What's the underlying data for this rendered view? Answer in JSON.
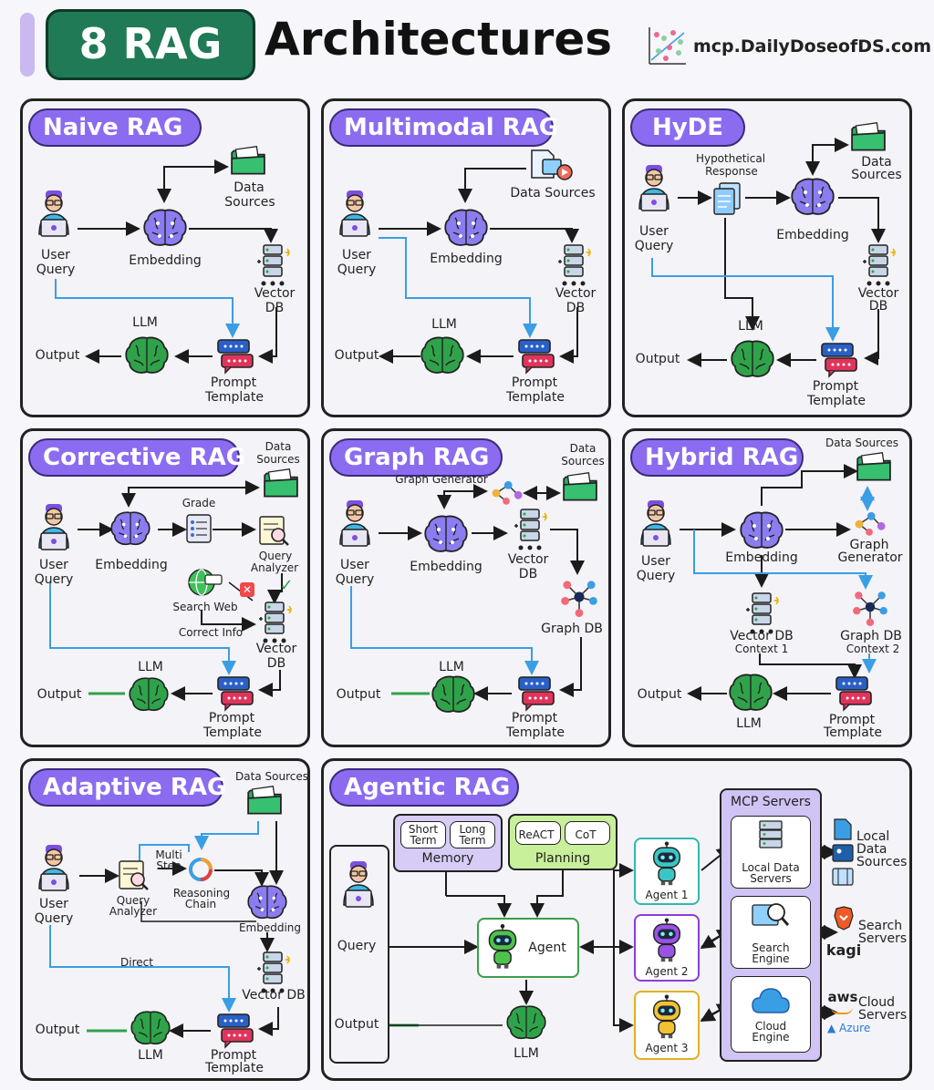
{
  "header": {
    "badge": "8 RAG",
    "title": "Architectures",
    "site": "mcp.DailyDoseofDS.com"
  },
  "colors": {
    "purple": "#8b6cf0",
    "green_brain": "#2fa34a",
    "blue_line": "#3a9ee4",
    "badge_green": "#1f7a55",
    "folder_green": "#2ea864"
  },
  "panels": {
    "naive": {
      "title": "Naive RAG",
      "user": "User",
      "query": "Query",
      "embedding": "Embedding",
      "data": "Data",
      "sources": "Sources",
      "vector": "Vector",
      "db": "DB",
      "llm": "LLM",
      "output": "Output",
      "prompt": "Prompt",
      "template": "Template"
    },
    "multimodal": {
      "title": "Multimodal RAG",
      "user": "User",
      "query": "Query",
      "embedding": "Embedding",
      "data_sources": "Data Sources",
      "vector": "Vector",
      "db": "DB",
      "llm": "LLM",
      "output": "Output",
      "prompt": "Prompt",
      "template": "Template"
    },
    "hyde": {
      "title": "HyDE",
      "hypothetical": "Hypothetical",
      "response": "Response",
      "user": "User",
      "query": "Query",
      "embedding": "Embedding",
      "data": "Data",
      "sources": "Sources",
      "vector": "Vector",
      "db": "DB",
      "llm": "LLM",
      "output": "Output",
      "prompt": "Prompt",
      "template": "Template"
    },
    "corrective": {
      "title": "Corrective RAG",
      "data": "Data",
      "sources": "Sources",
      "grade": "Grade",
      "user": "User",
      "query": "Query",
      "embedding": "Embedding",
      "query2": "Query",
      "analyzer": "Analyzer",
      "search_web": "Search Web",
      "correct_info": "Correct Info",
      "vector": "Vector",
      "db": "DB",
      "llm": "LLM",
      "output": "Output",
      "prompt": "Prompt",
      "template": "Template"
    },
    "graph": {
      "title": "Graph RAG",
      "data": "Data",
      "sources": "Sources",
      "graph_generator": "Graph Generator",
      "user": "User",
      "query": "Query",
      "embedding": "Embedding",
      "vector": "Vector",
      "db": "DB",
      "graph_db": "Graph DB",
      "llm": "LLM",
      "output": "Output",
      "prompt": "Prompt",
      "template": "Template"
    },
    "hybrid": {
      "title": "Hybrid RAG",
      "data_sources": "Data Sources",
      "user": "User",
      "query": "Query",
      "embedding": "Embedding",
      "graph": "Graph",
      "generator": "Generator",
      "vector_db": "Vector DB",
      "context1": "Context 1",
      "graph_db": "Graph DB",
      "context2": "Context 2",
      "output": "Output",
      "llm": "LLM",
      "prompt": "Prompt",
      "template": "Template"
    },
    "adaptive": {
      "title": "Adaptive RAG",
      "data_sources": "Data Sources",
      "multi": "Multi",
      "step": "Step",
      "user": "User",
      "query": "Query",
      "query2": "Query",
      "analyzer": "Analyzer",
      "reasoning": "Reasoning",
      "chain": "Chain",
      "embedding": "Embedding",
      "direct": "Direct",
      "vector_db": "Vector DB",
      "output": "Output",
      "llm": "LLM",
      "prompt": "Prompt",
      "template": "Template"
    },
    "agentic": {
      "title": "Agentic RAG",
      "short": "Short",
      "term1": "Term",
      "long": "Long",
      "term2": "Term",
      "memory": "Memory",
      "react": "ReACT",
      "cot": "CoT",
      "planning": "Planning",
      "query": "Query",
      "output": "Output",
      "agent": "Agent",
      "llm": "LLM",
      "agent1": "Agent 1",
      "agent2": "Agent 2",
      "agent3": "Agent 3",
      "mcp_servers": "MCP Servers",
      "local_data": "Local Data",
      "servers": "Servers",
      "search": "Search",
      "engine": "Engine",
      "cloud": "Cloud",
      "engine2": "Engine",
      "r_local": "Local",
      "r_data": "Data",
      "r_sources": "Sources",
      "r_search": "Search",
      "r_servers": "Servers",
      "kagi": "kagi",
      "aws": "aws",
      "r_cloud": "Cloud",
      "r_servers2": "Servers",
      "azure": "Azure"
    }
  }
}
